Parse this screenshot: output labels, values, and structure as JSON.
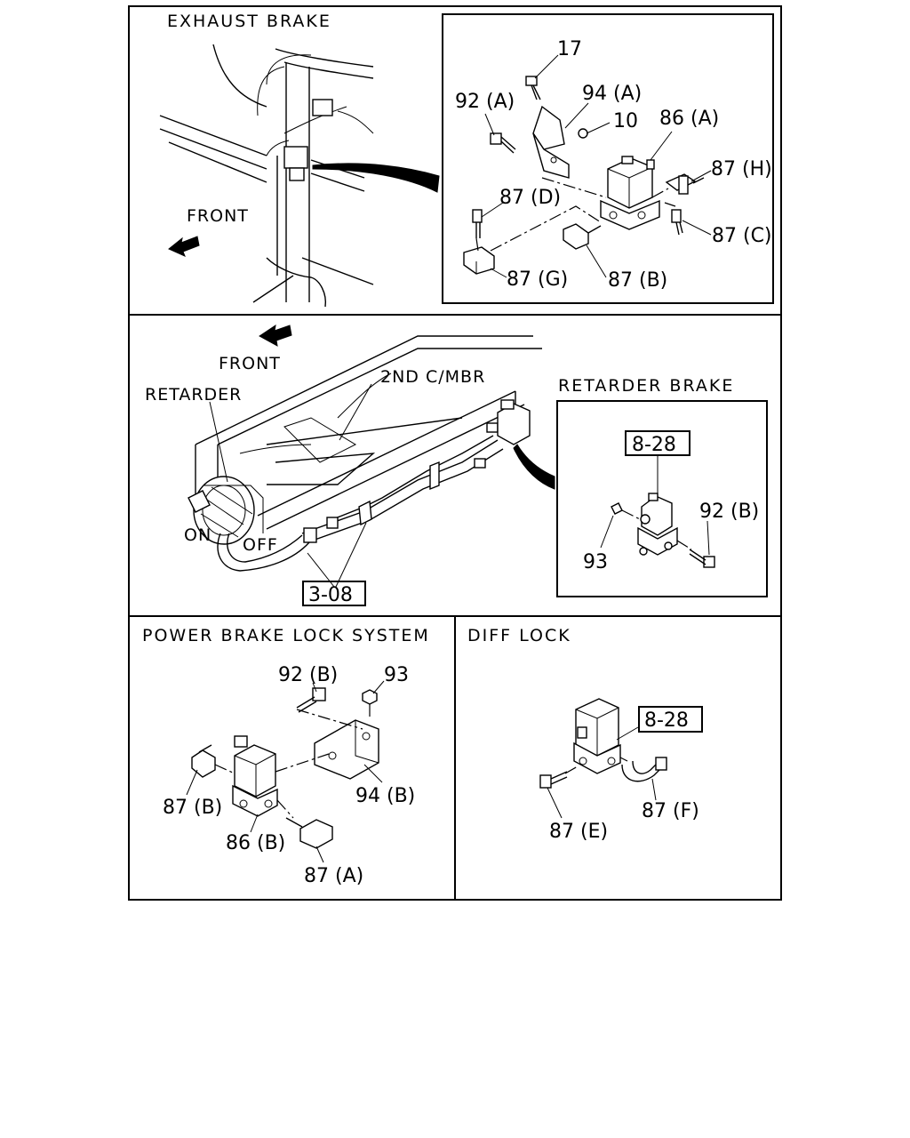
{
  "panels": {
    "exhaust_brake": {
      "title": "EXHAUST BRAKE",
      "front": "FRONT",
      "callouts": {
        "c17": "17",
        "c92a": "92 (A)",
        "c94a": "94 (A)",
        "c10": "10",
        "c86a": "86 (A)",
        "c87h": "87 (H)",
        "c87d": "87 (D)",
        "c87c": "87 (C)",
        "c87g": "87 (G)",
        "c87b": "87 (B)"
      }
    },
    "retarder": {
      "front": "FRONT",
      "retarder_label": "RETARDER",
      "member_label": "2ND C/MBR",
      "on_label": "ON",
      "off_label": "OFF",
      "ref_box": "3-08",
      "inset_title": "RETARDER BRAKE",
      "inset_ref": "8-28",
      "inset_92b": "92 (B)",
      "inset_93": "93"
    },
    "power_brake": {
      "title": "POWER BRAKE LOCK SYSTEM",
      "callouts": {
        "c92b": "92 (B)",
        "c93": "93",
        "c87b": "87 (B)",
        "c94b": "94 (B)",
        "c86b": "86 (B)",
        "c87a": "87 (A)"
      }
    },
    "diff_lock": {
      "title": "DIFF LOCK",
      "ref_box": "8-28",
      "c87e": "87 (E)",
      "c87f": "87 (F)"
    }
  },
  "icons": {
    "front_arrow": "front-arrow-icon",
    "pointer": "curved-pointer-icon"
  }
}
